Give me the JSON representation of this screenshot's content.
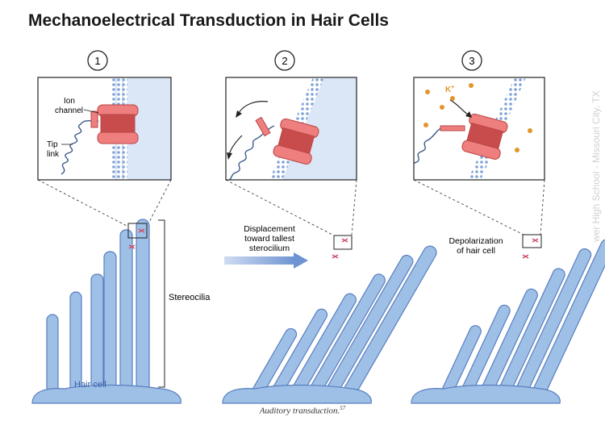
{
  "title": "Mechanoelectrical Transduction in Hair Cells",
  "panels": [
    {
      "number": "1",
      "labels": {
        "ion_channel_line1": "Ion",
        "ion_channel_line2": "channel",
        "tip_link_line1": "Tip",
        "tip_link_line2": "link"
      }
    },
    {
      "number": "2"
    },
    {
      "number": "3",
      "ion_label": "K",
      "ion_charge": "+"
    }
  ],
  "labels": {
    "stereocilia": "Stereocilia",
    "hair_cell": "Hair cell",
    "displacement_line1": "Displacement",
    "displacement_line2": "toward tallest",
    "displacement_line3": "sterocilium",
    "depolarization_line1": "Depolarization",
    "depolarization_line2": "of hair cell"
  },
  "caption": {
    "text": "Auditory transduction.",
    "ref": "57"
  },
  "watermark": "wer High School - Missouri City, TX",
  "colors": {
    "cell_fill": "#9ebfe6",
    "cell_stroke": "#5a7fc0",
    "channel_fill": "#ef7e7e",
    "channel_dark": "#c94c4c",
    "membrane": "#7fa2d6",
    "extracellular": "#dbe6f6",
    "tip_link": "#3d5a8a",
    "ion": "#e0962a"
  }
}
